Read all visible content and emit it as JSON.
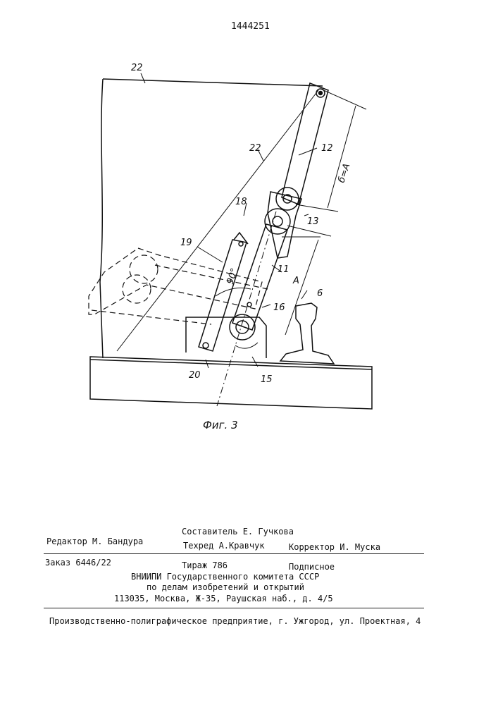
{
  "patent_number": "1444251",
  "figure_caption": "Фиг. 3",
  "labels": {
    "l22a": "22",
    "l22b": "22",
    "l12": "12",
    "l6eqA": "б=А",
    "l18": "18",
    "l13": "13",
    "l19": "19",
    "l90": "90°",
    "l11": "11",
    "lA": "А",
    "l6": "6",
    "l16": "16",
    "l20": "20",
    "l15": "15"
  },
  "credits": {
    "compiler": "Составитель Е. Гучкова",
    "editor": "Редактор М. Бандура",
    "techred": "Техред А.Кравчук",
    "corrector": "Корректор И. Муска",
    "order": "Заказ 6446/22",
    "circulation": "Тираж 786",
    "subscription": "Подписное",
    "org_line1": "ВНИИПИ Государственного комитета СССР",
    "org_line2": "по делам изобретений и открытий",
    "org_address": "113035, Москва, Ж-35, Раушская наб., д. 4/5",
    "printer": "Производственно-полиграфическое предприятие, г. Ужгород, ул. Проектная, 4"
  }
}
